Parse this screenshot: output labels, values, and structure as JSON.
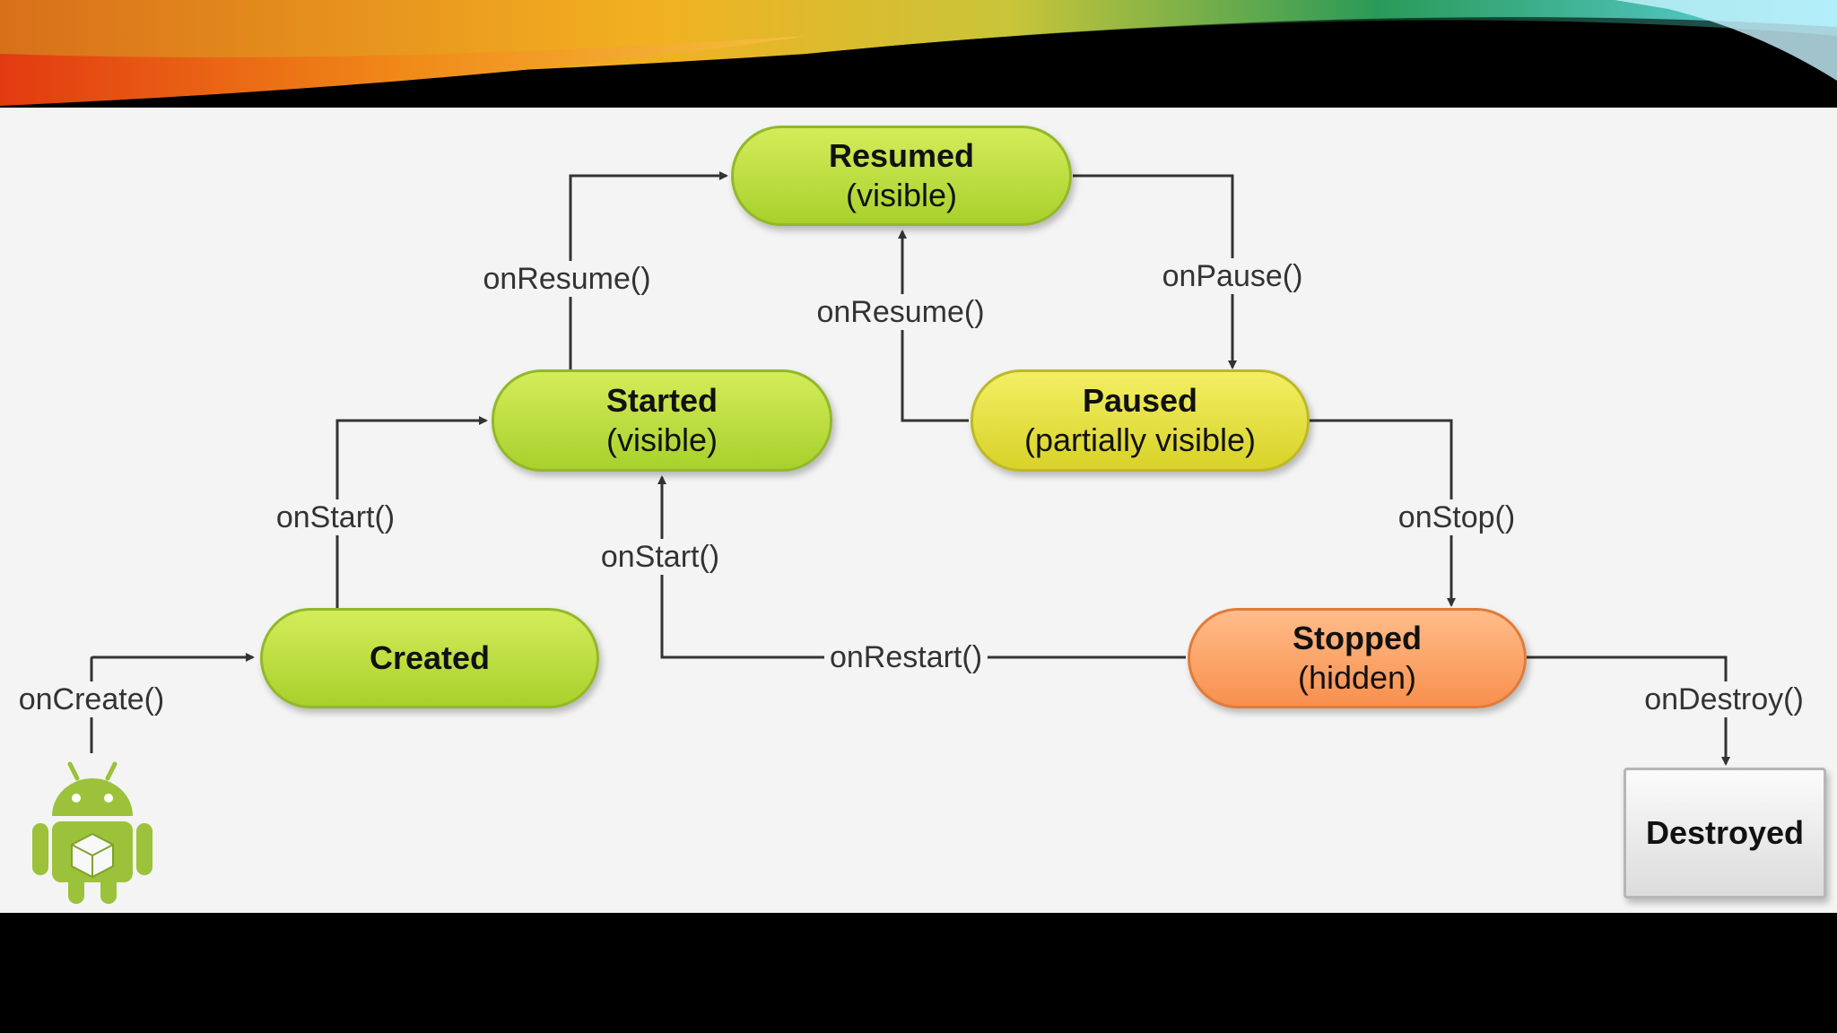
{
  "states": {
    "resumed": {
      "title": "Resumed",
      "sub": "(visible)"
    },
    "started": {
      "title": "Started",
      "sub": "(visible)"
    },
    "paused": {
      "title": "Paused",
      "sub": "(partially visible)"
    },
    "created": {
      "title": "Created"
    },
    "stopped": {
      "title": "Stopped",
      "sub": "(hidden)"
    },
    "destroyed": {
      "title": "Destroyed"
    }
  },
  "transitions": {
    "on_create": "onCreate()",
    "on_start_created": "onStart()",
    "on_resume_started": "onResume()",
    "on_pause": "onPause()",
    "on_resume_paused": "onResume()",
    "on_stop": "onStop()",
    "on_start_restart": "onStart()",
    "on_restart": "onRestart()",
    "on_destroy": "onDestroy()"
  },
  "colors": {
    "active_state": "#b8db3a",
    "paused_state": "#e6e040",
    "stopped_state": "#fca46c",
    "destroyed_state": "#e8e8e8",
    "android_green": "#9bc23a"
  },
  "icons": {
    "android": "android-robot-icon"
  }
}
